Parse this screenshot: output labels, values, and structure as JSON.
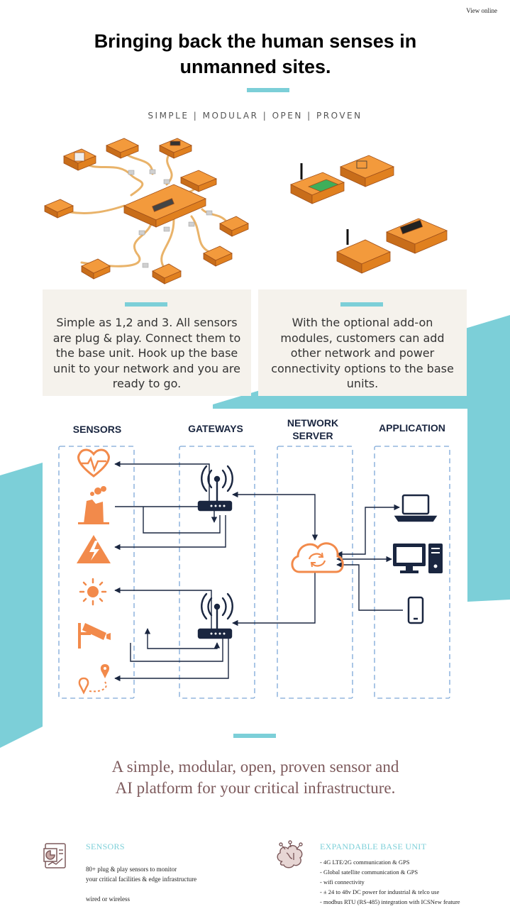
{
  "header": {
    "view_online": "View online"
  },
  "hero": {
    "headline": "Bringing back the human senses in unmanned sites.",
    "tagline": "SIMPLE  |  MODULAR  |  OPEN  |  PROVEN"
  },
  "panels": [
    {
      "text": "Simple as 1,2 and 3. All sensors are plug & play. Connect them to the base unit. Hook up the base unit to your network and you are ready to go."
    },
    {
      "text": "With the optional add-on modules, customers can add other network and power connectivity options to the base units."
    }
  ],
  "diagram": {
    "columns": {
      "sensors": "SENSORS",
      "gateways": "GATEWAYS",
      "network_line1": "NETWORK",
      "network_line2": "SERVER",
      "application": "APPLICATION"
    },
    "sensor_icons": [
      "heart-rate-icon",
      "factory-emission-icon",
      "high-voltage-warning-icon",
      "sun-temperature-icon",
      "security-camera-icon",
      "location-route-icon"
    ],
    "gateway_icons": [
      "wifi-router-icon",
      "wifi-router-icon"
    ],
    "network_icon": "cloud-sync-icon",
    "application_icons": [
      "laptop-icon",
      "desktop-computer-icon",
      "smartphone-icon"
    ],
    "colors": {
      "sensor_orange": "#f28a4b",
      "navy": "#1a2640",
      "dash_blue": "#7da8d8"
    }
  },
  "slogan": {
    "line1": "A simple, modular, open, proven sensor and",
    "line2": "AI platform for your critical infrastructure."
  },
  "features": {
    "sensors": {
      "title": "SENSORS",
      "line1": "80+ plug & play sensors to monitor",
      "line2": "your critical facilities & edge infrastructure",
      "line3": "wired or wireless"
    },
    "base_unit": {
      "title": "EXPANDABLE BASE UNIT",
      "items": [
        "- 4G LTE/2G communication & GPS",
        "- Global satellite communication & GPS",
        "- wifi connectivity",
        "- ± 24 to 48v DC power for industrial & telco use",
        "- modbus RTU (RS-485) integration with ICSNew feature"
      ]
    }
  },
  "theme": {
    "accent": "#7ccfd8",
    "panel_bg": "#f5f2ec",
    "slogan_color": "#7d5a5c",
    "device_orange": "#f39a3c"
  }
}
